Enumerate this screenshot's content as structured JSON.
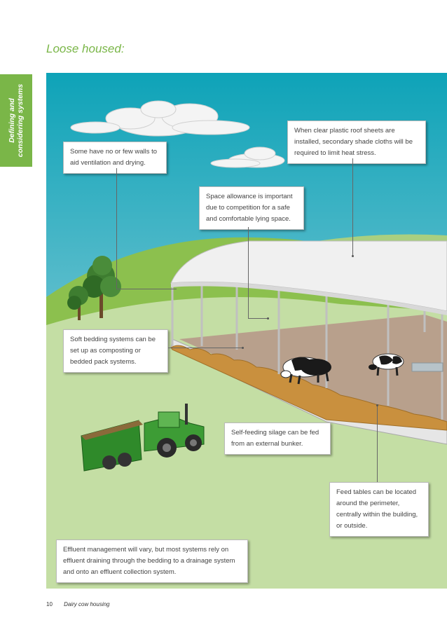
{
  "section_title": "Loose housed:",
  "side_tab": {
    "line1": "Defining and",
    "line2": "considering systems"
  },
  "callouts": {
    "walls": "Some have no or few walls to aid ventilation and drying.",
    "roof": "When clear plastic roof sheets are installed, secondary shade cloths will be required to limit heat stress.",
    "space": "Space allowance is important due to competition for a safe and comfortable lying space.",
    "bedding": "Soft bedding systems can be set up as composting or bedded pack systems.",
    "silage": "Self-feeding silage can be fed from an external bunker.",
    "feed": "Feed tables can be located around the perimeter, centrally within the building, or outside.",
    "effluent": "Effluent management will vary, but most systems rely on effluent draining through the bedding to a drainage system and onto an effluent collection system."
  },
  "footer": {
    "page_number": "10",
    "title": "Dairy cow housing"
  },
  "colors": {
    "accent": "#7ab648",
    "sky_top": "#0ea3b8",
    "sky_bottom": "#9fd4df",
    "grass": "#c4dea4",
    "hill": "#8cc04e",
    "floor": "#b8a08c",
    "tractor": "#3d9c35"
  }
}
